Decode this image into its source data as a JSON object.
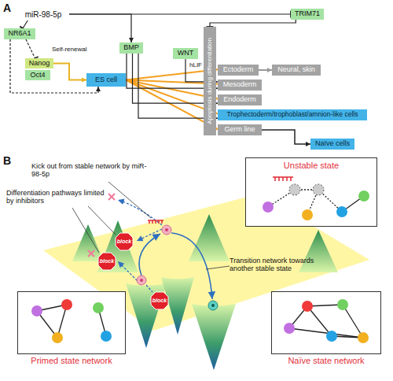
{
  "diagram": {
    "nodes": [
      {
        "text": [
          "miR-98-5p"
        ]
      },
      {
        "text": [
          "NR6A1"
        ]
      },
      {
        "text": [
          "TRIM71"
        ]
      },
      {
        "text": [
          "BMP"
        ]
      },
      {
        "text": [
          "WNT"
        ]
      },
      {
        "text": [
          "Nanog"
        ]
      },
      {
        "text": [
          "Oct4"
        ]
      },
      {
        "text": [
          "ES cell"
        ]
      },
      {
        "text": [
          "Apoptosis during differentiation"
        ]
      },
      {
        "text": [
          "Ectoderm"
        ]
      },
      {
        "text": [
          "Neural, skin"
        ]
      },
      {
        "text": [
          "Mesoderm"
        ]
      },
      {
        "text": [
          "Endoderm"
        ]
      },
      {
        "text": [
          "Trophectoderm/trophoblast/amnion-like cells"
        ]
      },
      {
        "text": [
          "Germ line"
        ]
      },
      {
        "text": [
          "Naïve cells"
        ]
      },
      {
        "text": [
          "Unstable state"
        ]
      },
      {
        "text": [
          "Primed state network"
        ]
      },
      {
        "text": [
          "Naïve state network"
        ]
      },
      {
        "text": [
          "block"
        ]
      },
      {
        "text": [
          "block"
        ]
      },
      {
        "text": [
          "block"
        ]
      }
    ],
    "edges": [
      {
        "from": 0,
        "to": 1,
        "arrow": "to"
      },
      {
        "from": 0,
        "to": 3,
        "arrow": "to"
      },
      {
        "from": 0,
        "to": 2,
        "arrow": "to"
      },
      {
        "from": 1,
        "to": 5,
        "arrow": "to"
      },
      {
        "from": 1,
        "to": 7,
        "arrow": "to"
      },
      {
        "from": 5,
        "to": 7,
        "arrow": "to"
      },
      {
        "from": 7,
        "to": 9,
        "arrow": "to"
      },
      {
        "from": 7,
        "to": 11,
        "arrow": "to"
      },
      {
        "from": 7,
        "to": 12,
        "arrow": "to"
      },
      {
        "from": 7,
        "to": 13,
        "arrow": "to"
      },
      {
        "from": 7,
        "to": 14,
        "arrow": "to"
      },
      {
        "from": 9,
        "to": 10,
        "arrow": "to"
      },
      {
        "from": 14,
        "to": 15,
        "arrow": "to"
      },
      {
        "from": 2,
        "to": 8,
        "arrow": "to"
      },
      {
        "from": 3,
        "to": 11,
        "arrow": "to"
      },
      {
        "from": 3,
        "to": 12,
        "arrow": "to"
      },
      {
        "from": 3,
        "to": 13,
        "arrow": "to"
      },
      {
        "from": 4,
        "to": 11,
        "arrow": "to"
      }
    ],
    "labels": [
      "A",
      "Self-renewal",
      "hLIF",
      "B",
      "Kick out from stable network by miR-98-5p",
      "Differentiation pathways limited by inhibitors",
      "Transition network towards another stable state"
    ]
  }
}
